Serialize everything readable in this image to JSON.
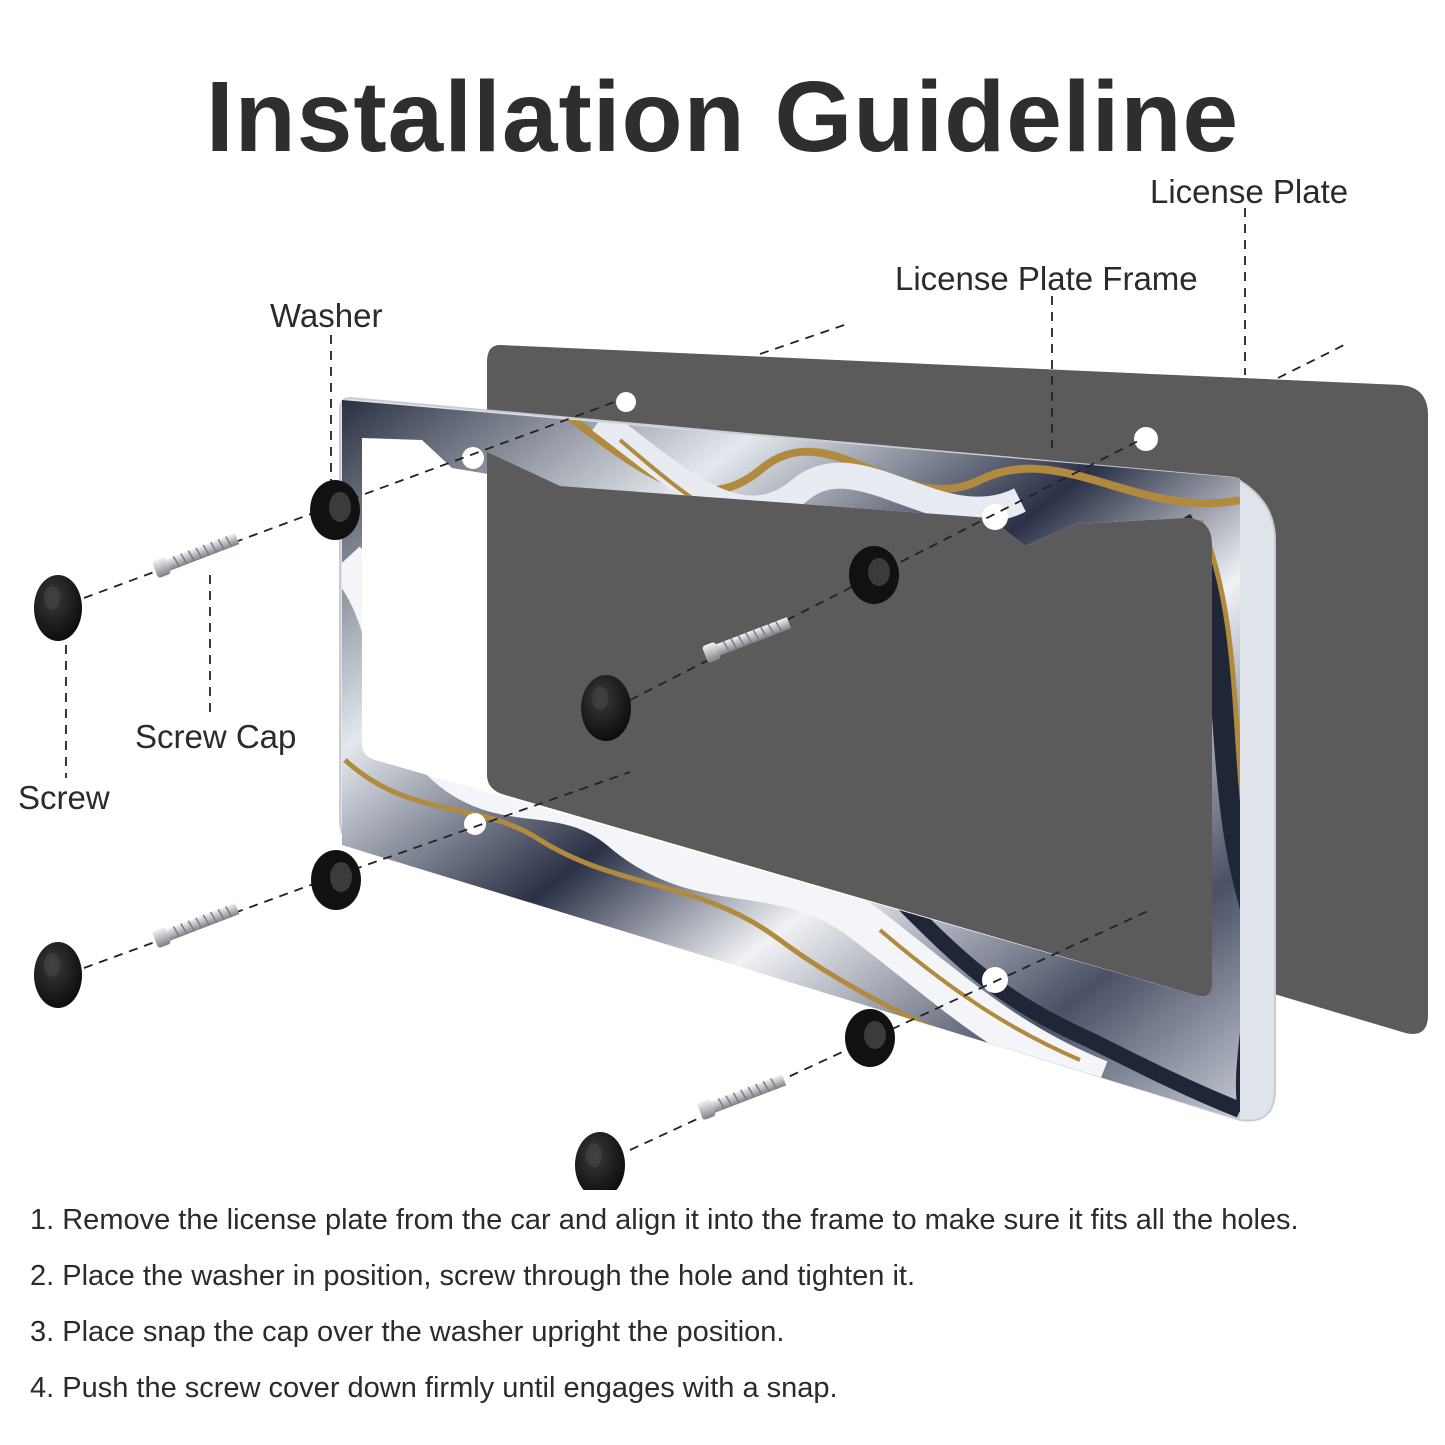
{
  "title": "Installation Guideline",
  "labels": {
    "license_plate": "License Plate",
    "license_plate_frame": "License Plate Frame",
    "washer": "Washer",
    "screw_cap": "Screw Cap",
    "screw": "Screw"
  },
  "steps": [
    "1. Remove the license plate from the car and align it into the frame to make sure it fits all the holes.",
    "2. Place the washer in position, screw through the hole and tighten it.",
    "3. Place snap the cap over the washer upright the position.",
    "4. Push the screw cover down firmly until engages with a snap."
  ],
  "colors": {
    "plate": "#5b5b5b",
    "frame_dark": "#1f2638",
    "frame_light": "#e4e8ee",
    "frame_gold": "#b08a3e",
    "hardware": "#141414",
    "screw_metal": "#b9bcc0"
  }
}
